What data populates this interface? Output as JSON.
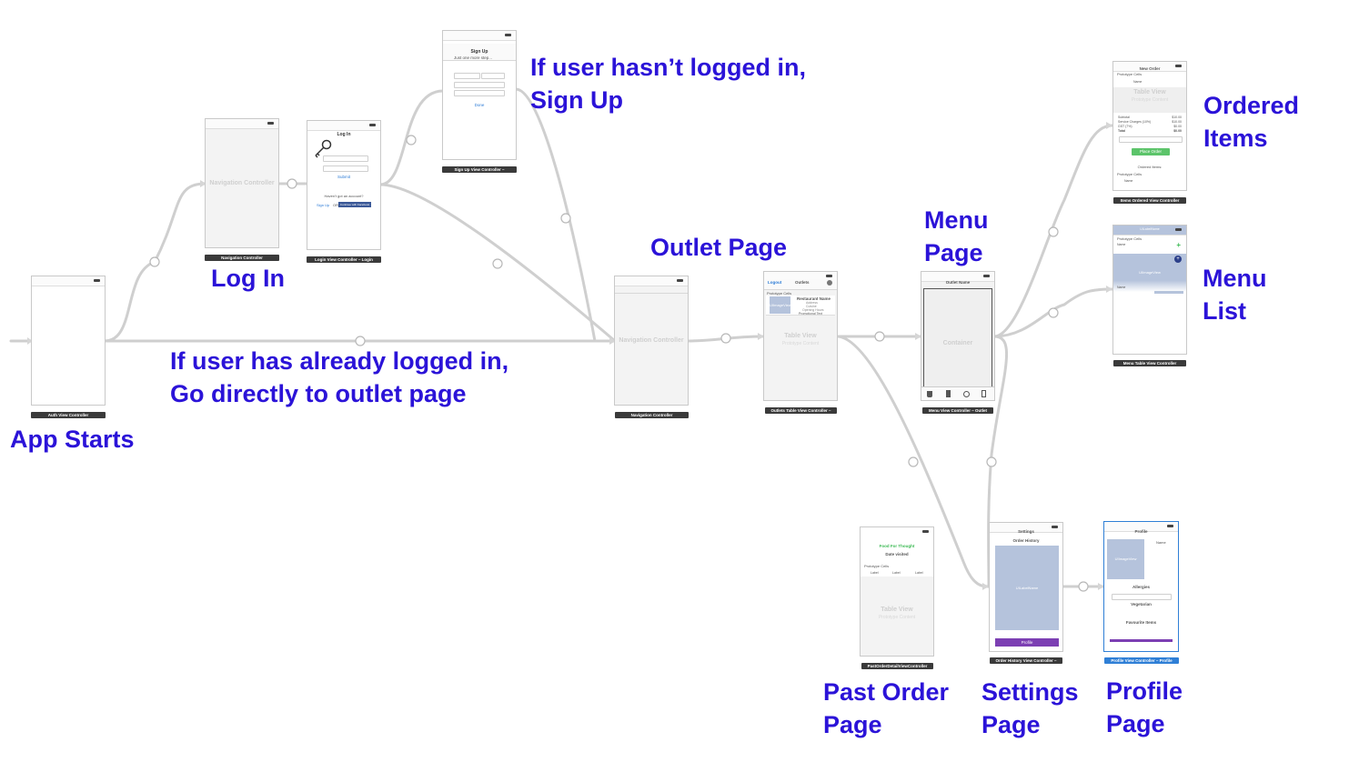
{
  "labels": {
    "app_starts": "App Starts",
    "log_in": "Log In",
    "signup_line1": "If user hasn’t logged in,",
    "signup_line2": "Sign Up",
    "logged_line1": "If user has already logged in,",
    "logged_line2": "Go directly to outlet page",
    "outlet_page": "Outlet Page",
    "menu_line1": "Menu",
    "menu_line2": "Page",
    "ordered_line1": "Ordered",
    "ordered_line2": "Items",
    "menulist_line1": "Menu",
    "menulist_line2": "List",
    "past_line1": "Past Order",
    "past_line2": "Page",
    "settings_line1": "Settings",
    "settings_line2": "Page",
    "profile_line1": "Profile",
    "profile_line2": "Page"
  },
  "scenes": {
    "auth": {
      "name": "Auth View Controller"
    },
    "nav1": {
      "name": "Navigation Controller",
      "ghost": "Navigation Controller"
    },
    "login": {
      "name": "Login View Controller – Login",
      "title": "Log In",
      "submit": "Submit",
      "no_account": "Haven't got an account?",
      "sign_up": "Sign Up",
      "or": "OR",
      "facebook": "Continue with Facebook"
    },
    "signup": {
      "name": "Sign Up View Controller –",
      "title": "Sign Up",
      "subtitle": "Just one more step...",
      "done": "Done"
    },
    "nav2": {
      "name": "Navigation Controller",
      "ghost": "Navigation Controller"
    },
    "outlets": {
      "name": "Outlets Table View Controller –",
      "back": "Logout",
      "title": "Outlets",
      "proto": "Prototype Cells",
      "img": "UIImageView",
      "rest_name": "Restaurant Name",
      "rows": [
        "Address",
        "Cuisine",
        "Opening Hours"
      ],
      "promo": "Promotional Text",
      "ghost": "Table View",
      "ghost_sub": "Prototype Content"
    },
    "menu": {
      "name": "Menu View Controller – Outlet",
      "title": "Outlet Name",
      "ghost": "Container"
    },
    "ordered": {
      "name": "Items Ordered View Controller",
      "title": "New Order",
      "proto": "Prototype Cells",
      "row": "Name",
      "ghost": "Table View",
      "ghost_sub": "Prototype Content",
      "subtotal": "Subtotal",
      "svc": "Service Charges (10%)",
      "gst": "GST (7%)",
      "total": "Total",
      "v1": "$10.00",
      "v2": "$10.00",
      "v3": "$0.00",
      "v4": "$0.00",
      "place": "Place Order",
      "ordered_items": "Ordered Items:",
      "proto2": "Prototype Cells"
    },
    "menulist": {
      "name": "Menu Table View Controller",
      "header": "UILabelName",
      "proto": "Prototype Cells",
      "item": "Name",
      "img": "UIImageView"
    },
    "past": {
      "name": "PastOrderDetailViewController",
      "brand": "Food For Thought",
      "date": "Date visited",
      "proto": "Prototype Cells",
      "cols": [
        "Label",
        "Label",
        "Label"
      ],
      "ghost": "Table View",
      "ghost_sub": "Prototype Content"
    },
    "settings": {
      "name": "Order History View Controller –",
      "title": "Settings",
      "history": "Order History",
      "img": "UILabelName",
      "profile": "Profile"
    },
    "profile": {
      "name": "Profile View Controller – Profile",
      "title": "Profile",
      "img": "UIImageView",
      "name_field": "Name",
      "allergies": "Allergies",
      "veg": "Vegetarian",
      "fav": "Favourite Items"
    }
  }
}
